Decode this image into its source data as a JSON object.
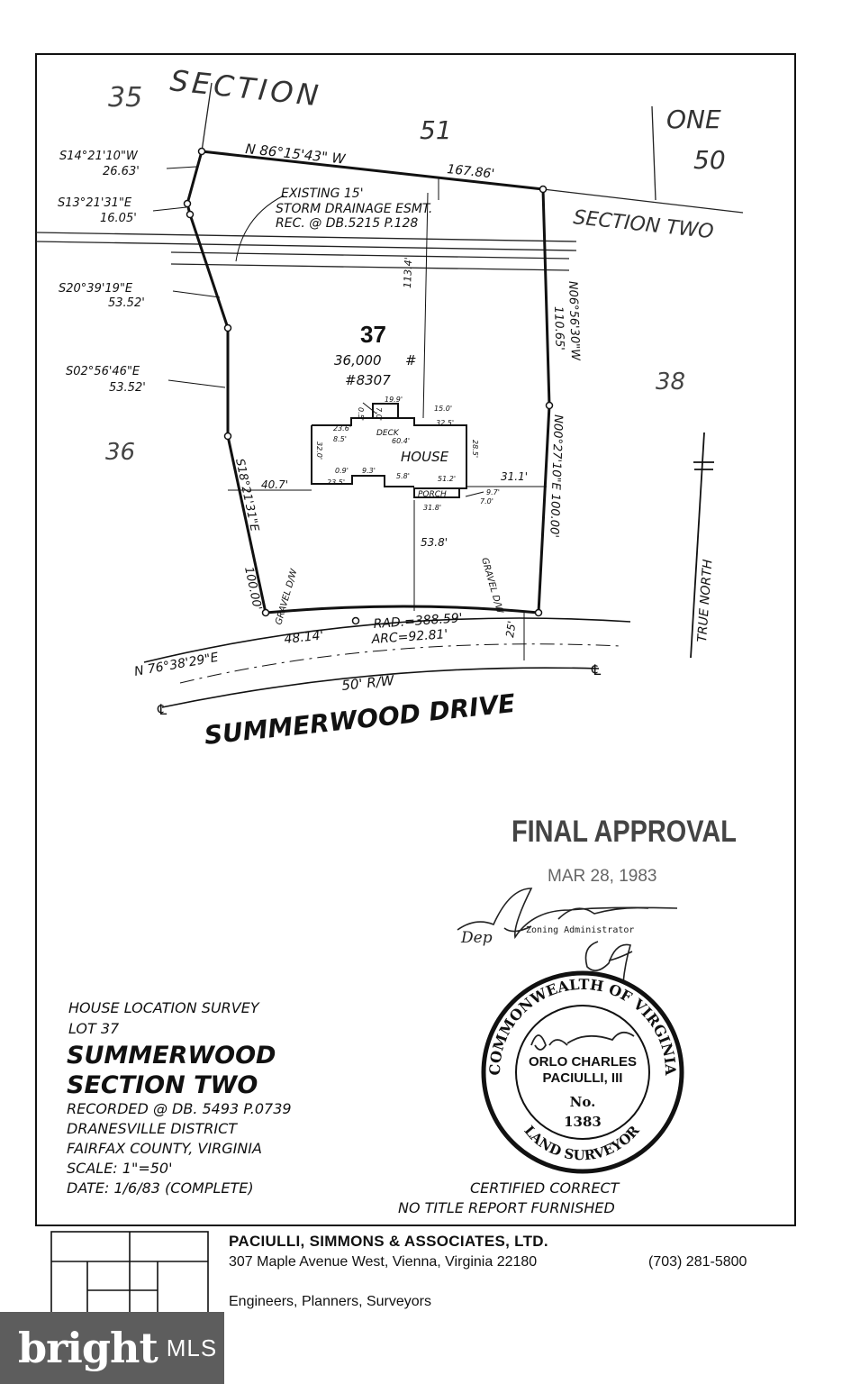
{
  "plat": {
    "section_one_labels": {
      "section_word": "SECTION",
      "number_35": "35",
      "one_word": "ONE",
      "number_50": "50"
    },
    "section_two_label": "SECTION TWO",
    "adjacent_lots": {
      "lot_51": "51",
      "lot_36": "36",
      "lot_38": "38"
    },
    "lot": {
      "number": "37",
      "area": "36,000",
      "area_suffix": "#",
      "house_number": "#8307"
    },
    "bearings": {
      "b1": "S14°21'10\"W",
      "b1_dist": "26.63'",
      "b2": "S13°21'31\"E",
      "b2_dist": "16.05'",
      "b3": "S20°39'19\"E",
      "b3_dist": "53.52'",
      "b4": "S02°56'46\"E",
      "b4_dist": "53.52'",
      "b5": "S18°21'31\"E",
      "b5_dist": "100.00'",
      "north_line": "N 86°15'43\" W",
      "north_dist": "167.86'",
      "east_upper": "N06°56'30\"W",
      "east_upper_dist": "110.65'",
      "east_lower": "N00°27'10\"E 100.00'",
      "front_bearing": "N 76°38'29\"E",
      "front_dist": "48.14'",
      "curve_radius": "RAD.=388.59'",
      "curve_arc": "ARC=92.81'"
    },
    "easement": [
      "EXISTING 15'",
      "STORM DRAINAGE ESMT.",
      "REC. @ DB.5215 P.128"
    ],
    "house": {
      "label": "HOUSE",
      "deck": "DECK",
      "porch": "PORCH",
      "dims": {
        "d19_9": "19.9'",
        "d15_0": "15.0'",
        "d0_5": "0.5'",
        "d7_0a": "7.0'",
        "d23_6": "23.6'",
        "d8_5": "8.5'",
        "d60_4": "60.4'",
        "d32_5": "32.5'",
        "d32_0": "32.0'",
        "d28_5": "28.5'",
        "d0_9": "0.9'",
        "d9_3": "9.3'",
        "d5_8": "5.8'",
        "d23_5": "23.5'",
        "d51_2": "51.2'",
        "d9_7": "9.7'",
        "d7_0b": "7.0'",
        "d31_8": "31.8'"
      }
    },
    "offsets": {
      "left": "40.7'",
      "right": "31.1'",
      "front": "53.8'",
      "rear": "113.4'",
      "street": "25'"
    },
    "gravel": "GRAVEL D/W",
    "true_north": "TRUE NORTH",
    "row_width": "50' R/W",
    "street_name": "SUMMERWOOD DRIVE"
  },
  "approval": {
    "title": "FINAL APPROVAL",
    "date": "MAR 28, 1983",
    "role": "Zoning Administrator",
    "signer_prefix": "Dep"
  },
  "seal": {
    "top_text": "COMMONWEALTH OF VIRGINIA",
    "name_line1": "ORLO CHARLES",
    "name_line2": "PACIULLI, III",
    "no_label": "No.",
    "number": "1383",
    "bottom_text": "LAND SURVEYOR"
  },
  "survey_info": {
    "line1": "HOUSE LOCATION SURVEY",
    "line2": "LOT 37",
    "title1": "SUMMERWOOD",
    "title2": "SECTION TWO",
    "line3": "RECORDED @ DB. 5493 P.0739",
    "line4": "DRANESVILLE DISTRICT",
    "line5": "FAIRFAX COUNTY, VIRGINIA",
    "line6": "SCALE: 1\"=50'",
    "line7": "DATE: 1/6/83 (COMPLETE)"
  },
  "certification": {
    "line1": "CERTIFIED CORRECT",
    "line2": "NO TITLE REPORT FURNISHED"
  },
  "title_block": {
    "firm": "PACIULLI, SIMMONS & ASSOCIATES, LTD.",
    "address": "307 Maple Avenue West, Vienna, Virginia 22180",
    "phone": "(703) 281-5800",
    "services": "Engineers, Planners, Surveyors"
  },
  "watermark": {
    "brand": "bright",
    "suffix": "MLS"
  }
}
